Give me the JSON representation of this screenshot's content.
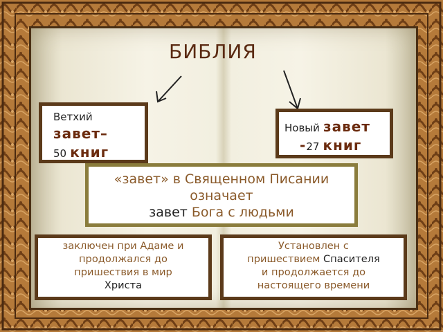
{
  "title": "БИБЛИЯ",
  "old_testament": {
    "line1": "Ветхий",
    "line2": "завет–",
    "count": "50",
    "books": "книг"
  },
  "new_testament": {
    "word": "Новый",
    "testament": "завет",
    "dash": "-",
    "count": "27",
    "books": "книг"
  },
  "meaning": {
    "quote": "«завет» в Священном Писании означает",
    "word": "завет",
    "rest": "Бога с людьми"
  },
  "adam_box": {
    "line1": "заключен при Адаме и",
    "line2": "продолжался до",
    "line3": "пришествия в мир",
    "line4": "Христа"
  },
  "savior_box": {
    "line1": "Установлен с",
    "line2a": "пришествием",
    "line2b": "Спасителя",
    "line3": "и продолжается до",
    "line4": "настоящего времени"
  },
  "colors": {
    "frame": "#5b3a1a",
    "title": "#5a2a12",
    "accent": "#6b2b0e",
    "meaning_border": "#8a7c3c"
  }
}
